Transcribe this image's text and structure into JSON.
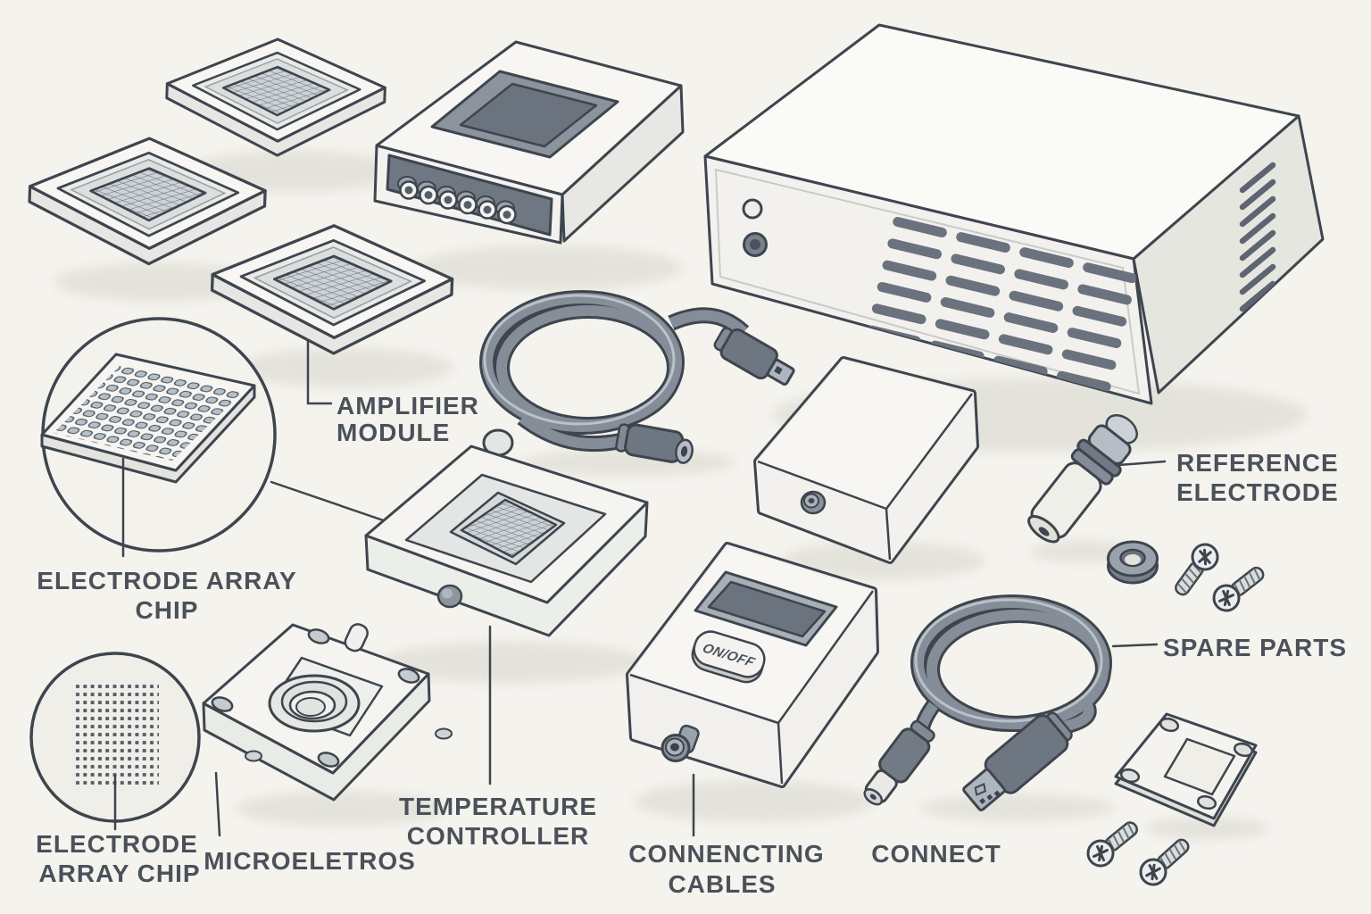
{
  "palette": {
    "background": "#f5f3ee",
    "outline": "#3e454e",
    "label_text": "#4a515a",
    "panel_dark": "#6e7781",
    "metal_mid": "#8a929c",
    "metal_light": "#b6bec6",
    "surface_white": "#f7f6f2"
  },
  "labels": {
    "electrode_array_chip_top": {
      "line1": "ELECTRODE ARRAY",
      "line2": "CHIP"
    },
    "amplifier_module": {
      "line1": "AMPLIFIER",
      "line2": "MODULE"
    },
    "temperature_controller": {
      "line1": "TEMPERATURE",
      "line2": "CONTROLLER"
    },
    "electrode_array_chip_bottom": {
      "line1": "ELECTRODE",
      "line2": "ARRAY CHIP"
    },
    "microeletros": {
      "text": "MICROELETROS"
    },
    "connecting_cables": {
      "line1": "CONNENCTING",
      "line2": "CABLES"
    },
    "connect": {
      "text": "CONNECT"
    },
    "reference_electrode": {
      "line1": "REFERENCE",
      "line2": "ELECTRODE"
    },
    "spare_parts": {
      "text": "SPARE PARTS"
    },
    "power_button": {
      "text": "ON/OFF"
    }
  }
}
